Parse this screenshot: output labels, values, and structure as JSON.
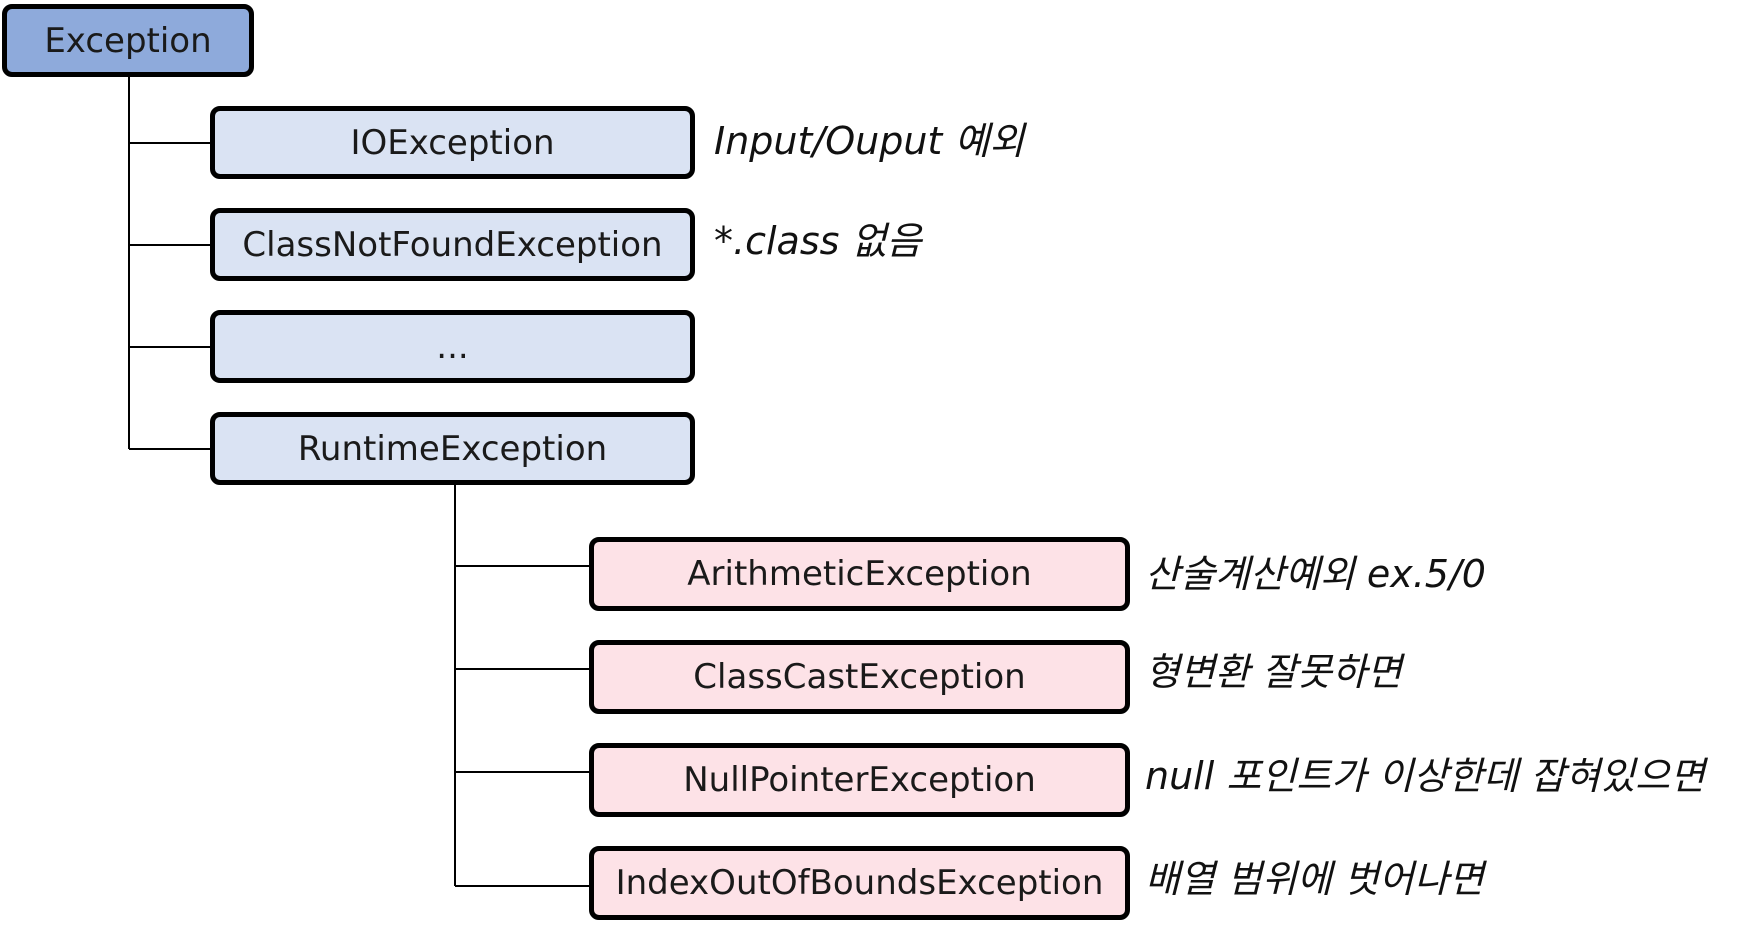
{
  "colors": {
    "root_fill": "#8eaadb",
    "level1_fill": "#dae3f3",
    "level2_fill": "#fde2e7",
    "border": "#000000",
    "connector": "#000000"
  },
  "root": {
    "label": "Exception"
  },
  "level1": [
    {
      "id": "io",
      "label": "IOException",
      "note": "Input/Ouput 예외"
    },
    {
      "id": "classnotfound",
      "label": "ClassNotFoundException",
      "note": "*.class 없음"
    },
    {
      "id": "ellipsis",
      "label": "...",
      "note": ""
    },
    {
      "id": "runtime",
      "label": "RuntimeException",
      "note": ""
    }
  ],
  "level2": [
    {
      "id": "arithmetic",
      "label": "ArithmeticException",
      "note": "산술계산예외 ex.5/0"
    },
    {
      "id": "classcast",
      "label": "ClassCastException",
      "note": "형변환 잘못하면"
    },
    {
      "id": "nullpointer",
      "label": "NullPointerException",
      "note": "null 포인트가 이상한데 잡혀있으면"
    },
    {
      "id": "indexoutofbounds",
      "label": "IndexOutOfBoundsException",
      "note": "배열 범위에 벗어나면"
    }
  ]
}
